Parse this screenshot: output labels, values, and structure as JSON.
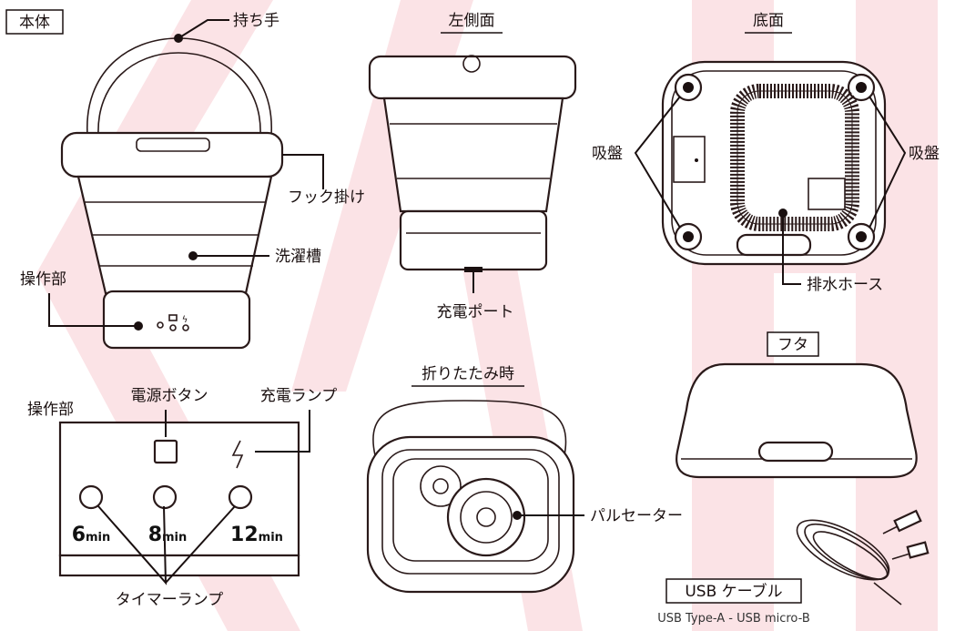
{
  "panels": {
    "main_body": "本体",
    "left_side": "左側面",
    "bottom": "底面",
    "folded": "折りたたみ時",
    "lid": "フタ",
    "control_panel": "操作部",
    "usb_cable": "USB ケーブル"
  },
  "labels": {
    "handle": "持ち手",
    "hook": "フック掛け",
    "washing_tub": "洗濯槽",
    "control": "操作部",
    "charging_port": "充電ポート",
    "suction_cup_left": "吸盤",
    "suction_cup_right": "吸盤",
    "drain_hose": "排水ホース",
    "power_button": "電源ボタン",
    "charge_lamp": "充電ランプ",
    "timer_lamp": "タイマーランプ",
    "pulsator": "パルセーター",
    "usb_spec": "USB Type-A - USB micro-B"
  },
  "timers": [
    {
      "num": "6",
      "unit": "min"
    },
    {
      "num": "8",
      "unit": "min"
    },
    {
      "num": "12",
      "unit": "min"
    }
  ],
  "colors": {
    "watermark": "#fbe3e6",
    "line": "#2a1a1a"
  }
}
